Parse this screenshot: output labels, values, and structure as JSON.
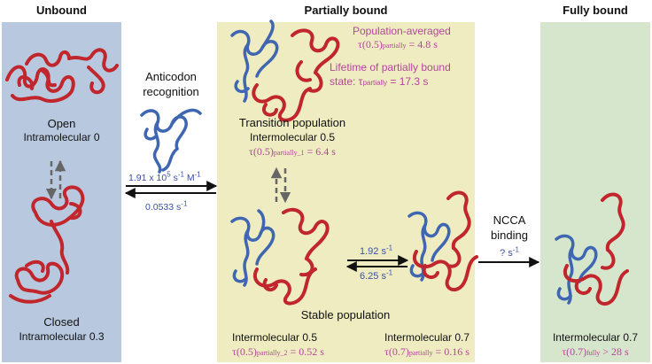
{
  "headers": {
    "unbound": "Unbound",
    "partially_bound": "Partially bound",
    "fully_bound": "Fully bound"
  },
  "colors": {
    "unbound_bg": "#b8c8de",
    "partial_bg": "#eeecc0",
    "fully_bg": "#d6e6cc",
    "protein_red": "#c0262c",
    "rna_blue": "#3f66b0",
    "pink_text": "#b3479a",
    "blue_text": "#3b50a8"
  },
  "unbound": {
    "open_label": "Open",
    "open_state": "Intramolecular 0",
    "closed_label": "Closed",
    "closed_state": "Intramolecular 0.3"
  },
  "anticodon": {
    "label_line1": "Anticodon",
    "label_line2": "recognition",
    "k_on_mantissa": "1.91 x 10",
    "k_on_exp1": "5",
    "k_on_unit": " s",
    "k_on_exp2": "-1",
    "k_on_unit2": " M",
    "k_on_exp3": "-1",
    "k_off_value": "0.0533 s",
    "k_off_exp": "-1"
  },
  "partial": {
    "pop_avg_title": "Population-averaged",
    "pop_avg_tau": "τ(0.5)",
    "pop_avg_sub": "partially",
    "pop_avg_value": " = 4.8 s",
    "lifetime_line1": "Lifetime of partially bound",
    "lifetime_line2": "state: τ",
    "lifetime_sub": "partially",
    "lifetime_value": " = 17.3 s",
    "transition_title": "Transition population",
    "transition_state": "Intermolecular 0.5",
    "transition_tau": "τ(0.5)",
    "transition_sub": "partially_1",
    "transition_value": " = 6.4 s",
    "rate_fwd": "1.92 s",
    "rate_fwd_exp": "-1",
    "rate_rev": "6.25 s",
    "rate_rev_exp": "-1",
    "stable_title": "Stable population",
    "stable_left_state": "Intermolecular 0.5",
    "stable_left_tau": "τ(0.5)",
    "stable_left_sub": "partially_2",
    "stable_left_value": " = 0.52 s",
    "stable_right_state": "Intermolecular 0.7",
    "stable_right_tau": "τ(0.7)",
    "stable_right_sub": "partially",
    "stable_right_value": " = 0.16 s"
  },
  "ncca": {
    "label_line1": "NCCA",
    "label_line2": "binding",
    "rate": "? s",
    "rate_exp": "-1"
  },
  "fully": {
    "state": "Intermolecular 0.7",
    "tau": "τ(0.7)",
    "sub": "fully",
    "value": " > 28 s"
  }
}
